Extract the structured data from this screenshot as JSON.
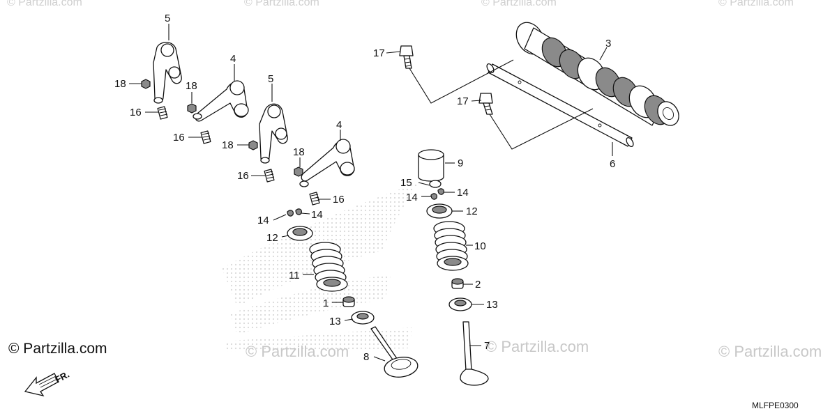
{
  "diagram": {
    "diagram_code": "MLFPE0300",
    "brand": "© Partzilla.com",
    "watermark": "© Partzilla.com",
    "direction_label": "FR.",
    "callouts": {
      "c1": "1",
      "c2": "2",
      "c3": "3",
      "c4a": "4",
      "c4b": "4",
      "c5a": "5",
      "c5b": "5",
      "c6": "6",
      "c7": "7",
      "c8": "8",
      "c9": "9",
      "c10": "10",
      "c11": "11",
      "c12a": "12",
      "c12b": "12",
      "c13a": "13",
      "c13b": "13",
      "c14a": "14",
      "c14b": "14",
      "c14c": "14",
      "c14d": "14",
      "c15": "15",
      "c16a": "16",
      "c16b": "16",
      "c16c": "16",
      "c16d": "16",
      "c17a": "17",
      "c17b": "17",
      "c18a": "18",
      "c18b": "18",
      "c18c": "18",
      "c18d": "18"
    }
  }
}
